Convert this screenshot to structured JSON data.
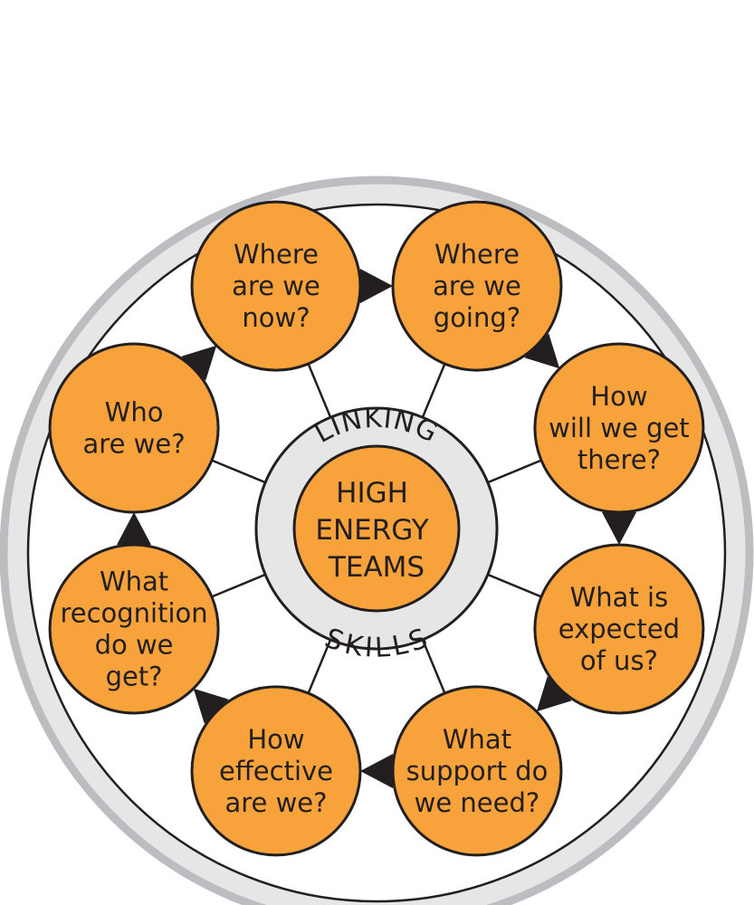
{
  "center": {
    "title_lines": [
      "HIGH",
      "ENERGY",
      "TEAMS"
    ],
    "ring_top": "LINKING",
    "ring_bottom": "SKILLS"
  },
  "nodes": [
    {
      "lines": [
        "Where",
        "are we",
        "now?"
      ]
    },
    {
      "lines": [
        "Where",
        "are we",
        "going?"
      ]
    },
    {
      "lines": [
        "How",
        "will we get",
        "there?"
      ]
    },
    {
      "lines": [
        "What is",
        "expected",
        "of us?"
      ]
    },
    {
      "lines": [
        "What",
        "support do",
        "we need?"
      ]
    },
    {
      "lines": [
        "How",
        "effective",
        "are we?"
      ]
    },
    {
      "lines": [
        "What",
        "recognition",
        "do we",
        "get?"
      ]
    },
    {
      "lines": [
        "Who",
        "are we?"
      ]
    }
  ],
  "colors": {
    "orange": "#F7A23B",
    "ring_gray": "#E6E6E7",
    "outer_gray": "#BCBDC0",
    "ink": "#231F20"
  }
}
